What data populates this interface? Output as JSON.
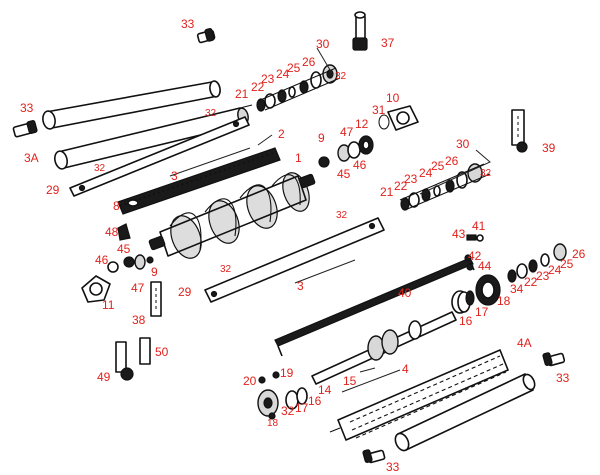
{
  "callouts": [
    "33",
    "37",
    "30",
    "32",
    "26",
    "25",
    "24",
    "23",
    "22",
    "21",
    "33",
    "32",
    "10",
    "31",
    "2",
    "9",
    "47",
    "12",
    "3A",
    "32",
    "3",
    "46",
    "45",
    "1",
    "30",
    "26",
    "25",
    "24",
    "23",
    "22",
    "21",
    "32",
    "39",
    "29",
    "8",
    "32",
    "48",
    "43",
    "41",
    "45",
    "46",
    "9",
    "42",
    "44",
    "26",
    "25",
    "24",
    "23",
    "22",
    "34",
    "32",
    "3",
    "47",
    "40",
    "29",
    "18",
    "11",
    "17",
    "16",
    "38",
    "50",
    "4A",
    "4",
    "49",
    "20",
    "19",
    "33",
    "14",
    "15",
    "18",
    "32",
    "17",
    "16",
    "33"
  ]
}
